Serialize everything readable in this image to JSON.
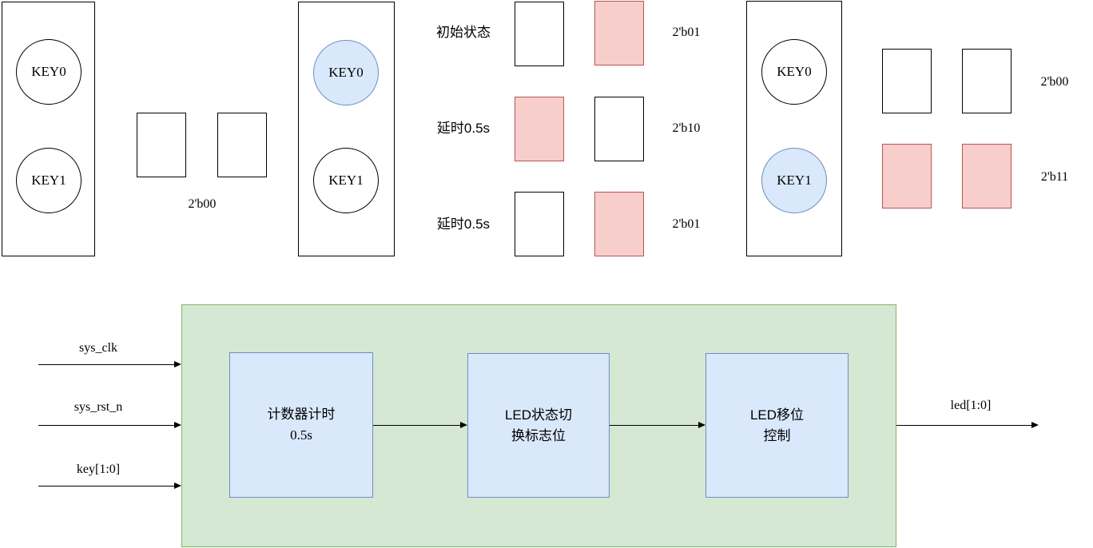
{
  "palette": {
    "led_on_fill": "#f8cecc",
    "led_on_border": "#b85450",
    "key_pressed_fill": "#dae8fc",
    "key_pressed_border": "#6c8ebf",
    "container_fill": "#d5e8d4",
    "container_border": "#82b366",
    "module_fill": "#dae8fc",
    "module_border": "#6c8ebf",
    "line_color": "#000000"
  },
  "top": {
    "panels": [
      {
        "keys": [
          {
            "label": "KEY0",
            "state": "normal"
          },
          {
            "label": "KEY1",
            "state": "normal"
          }
        ]
      },
      {
        "keys": [
          {
            "label": "KEY0",
            "state": "pressed"
          },
          {
            "label": "KEY1",
            "state": "normal"
          }
        ]
      },
      {
        "keys": [
          {
            "label": "KEY0",
            "state": "normal"
          },
          {
            "label": "KEY1",
            "state": "pressed"
          }
        ]
      }
    ],
    "idle_state": {
      "leds": [
        "off",
        "off"
      ],
      "value": "2'b00"
    },
    "key0_rows": [
      {
        "label": "初始状态",
        "leds": [
          "off",
          "on"
        ],
        "value": "2'b01"
      },
      {
        "label": "延时0.5s",
        "leds": [
          "on",
          "off"
        ],
        "value": "2'b10"
      },
      {
        "label": "延时0.5s",
        "leds": [
          "off",
          "on"
        ],
        "value": "2'b01"
      }
    ],
    "key1_rows": [
      {
        "leds": [
          "off",
          "off"
        ],
        "value": "2'b00"
      },
      {
        "leds": [
          "on",
          "on"
        ],
        "value": "2'b11"
      }
    ]
  },
  "diagram": {
    "inputs": [
      {
        "label": "sys_clk"
      },
      {
        "label": "sys_rst_n"
      },
      {
        "label": "key[1:0]"
      }
    ],
    "blocks": [
      {
        "line1": "计数器计时",
        "line2": "0.5s"
      },
      {
        "line1": "LED状态切",
        "line2": "换标志位"
      },
      {
        "line1": "LED移位",
        "line2": "控制"
      }
    ],
    "output": {
      "label": "led[1:0]"
    }
  }
}
